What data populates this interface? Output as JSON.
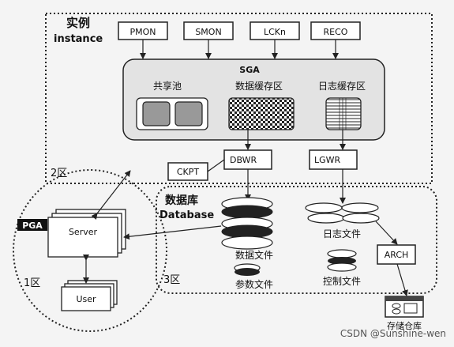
{
  "instance": {
    "title_cn": "实例",
    "title_en": "instance",
    "zone": "2区"
  },
  "processes": [
    "PMON",
    "SMON",
    "LCKn",
    "RECO"
  ],
  "sga": {
    "title": "SGA",
    "shared_pool": "共享池",
    "buffer_cache": "数据缓存区",
    "log_buffer": "日志缓存区"
  },
  "ckpt": "CKPT",
  "dbwr": "DBWR",
  "lgwr": "LGWR",
  "database": {
    "title_cn": "数据库",
    "title_en": "Database",
    "zone": "3区"
  },
  "files": {
    "data": "数据文件",
    "param": "参数文件",
    "log": "日志文件",
    "control": "控制文件"
  },
  "arch": "ARCH",
  "archive": "存储仓库",
  "pga": "PGA",
  "server": "Server",
  "user": "User",
  "zone1": "1区",
  "watermark": "CSDN @Sunshine-wen"
}
